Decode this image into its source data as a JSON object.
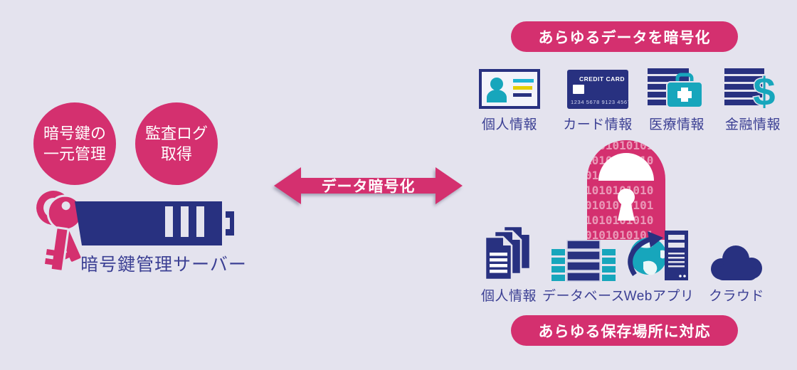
{
  "colors": {
    "background": "#e4e3ee",
    "pink": "#d4306f",
    "pink_binary": "#e79ebd",
    "navy": "#283180",
    "teal": "#17a6bc",
    "cyan_line": "#1fb5d4",
    "yellow": "#e5cf00",
    "label_navy": "#3c4094"
  },
  "left": {
    "feature_circles": [
      {
        "line1": "暗号鍵の",
        "line2": "一元管理"
      },
      {
        "line1": "監査ログ",
        "line2": "取得"
      }
    ],
    "server_label": "暗号鍵管理サーバー"
  },
  "arrow": {
    "label": "データ暗号化"
  },
  "encrypt_section": {
    "banner": "あらゆるデータを暗号化",
    "items": [
      {
        "icon": "id-card-icon",
        "label": "個人情報"
      },
      {
        "icon": "credit-card-icon",
        "label": "カード情報"
      },
      {
        "icon": "medical-info-icon",
        "label": "医療情報"
      },
      {
        "icon": "financial-info-icon",
        "label": "金融情報"
      }
    ],
    "credit_card": {
      "title": "CREDIT CARD",
      "number": "1234 5678 9123 4567"
    },
    "dollar_symbol": "$"
  },
  "lock": {
    "rows": [
      "0101010101",
      "1010101010",
      "0101010101",
      "1010101010",
      "0101010101",
      "1010101010",
      "0101010101"
    ]
  },
  "storage_section": {
    "banner": "あらゆる保存場所に対応",
    "items": [
      {
        "icon": "documents-icon",
        "label": "個人情報"
      },
      {
        "icon": "database-icon",
        "label": "データベース"
      },
      {
        "icon": "web-app-icon",
        "label": "Webアプリ"
      },
      {
        "icon": "cloud-icon",
        "label": "クラウド"
      }
    ]
  }
}
